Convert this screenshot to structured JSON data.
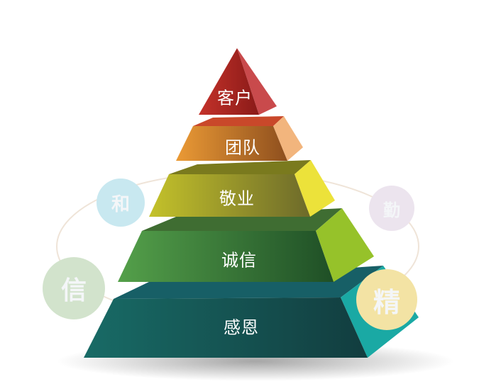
{
  "pyramid": {
    "layers": [
      {
        "label": "客户",
        "front_color": "#a8221f",
        "side_color": "#c94a4c",
        "top_color": "#b53a2e"
      },
      {
        "label": "团队",
        "front_color": "#e8962e",
        "side_color": "#f2b57d",
        "top_color": "#c9482a"
      },
      {
        "label": "敬业",
        "front_color": "#b8b823",
        "side_color": "#ece23a",
        "top_color": "#7a7a1e"
      },
      {
        "label": "诚信",
        "front_color": "#4a9444",
        "side_color": "#96c22a",
        "top_color": "#3f6d32"
      },
      {
        "label": "感恩",
        "front_color": "#17615e",
        "side_color": "#1aa7a3",
        "top_color": "#155f67"
      }
    ]
  },
  "values_ring": {
    "items": [
      {
        "label": "和",
        "color": "#c8e8f0"
      },
      {
        "label": "信",
        "color": "#d2e3cc"
      },
      {
        "label": "勤",
        "color": "#ece4ee"
      },
      {
        "label": "精",
        "color": "#f3e3a4"
      }
    ],
    "ring_color": "#efe4d8"
  }
}
